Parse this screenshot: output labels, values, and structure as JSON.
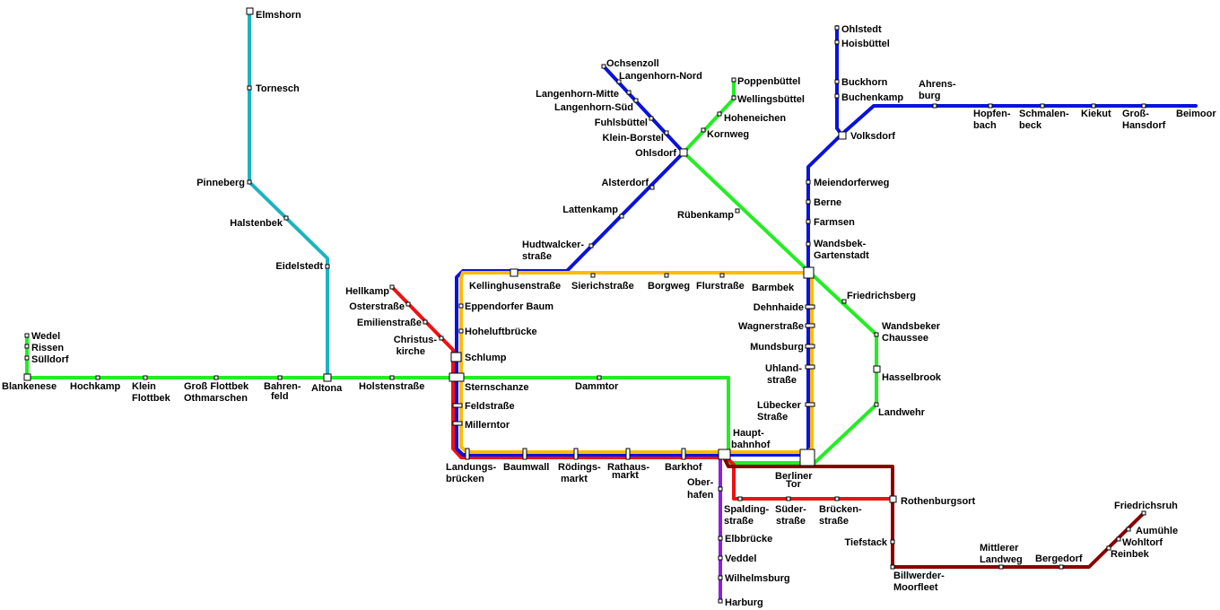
{
  "lines": {
    "teal": {
      "color": "#1bb3c0"
    },
    "green": {
      "color": "#22ee22"
    },
    "red": {
      "color": "#ee1111"
    },
    "blue": {
      "color": "#0a12dd"
    },
    "yellow": {
      "color": "#ffbb00"
    },
    "maroon": {
      "color": "#880000"
    },
    "purple": {
      "color": "#8822dd"
    }
  },
  "stations": {
    "elmshorn": "Elmshorn",
    "tornesch": "Tornesch",
    "pinneberg": "Pinneberg",
    "halstenbek": "Halstenbek",
    "eidelstedt": "Eidelstedt",
    "wedel": "Wedel",
    "rissen": "Rissen",
    "suelldorf": "Sülldorf",
    "blankenese": "Blankenese",
    "hochkamp": "Hochkamp",
    "klein_flottbek_1": "Klein",
    "klein_flottbek_2": "Flottbek",
    "gross_flottbek": "Groß Flottbek",
    "othmarschen": "Othmarschen",
    "bahrenfeld_1": "Bahren-",
    "bahrenfeld_2": "feld",
    "altona": "Altona",
    "holstenstrasse": "Holstenstraße",
    "hellkamp": "Hellkamp",
    "osterstrasse": "Osterstraße",
    "emilienstrasse": "Emilienstraße",
    "christuskirche_1": "Christus-",
    "christuskirche_2": "kirche",
    "sternschanze": "Sternschanze",
    "schlump": "Schlump",
    "dammtor": "Dammtor",
    "feldstrasse": "Feldstraße",
    "millerntor": "Millerntor",
    "landungsbruecken_1": "Landungs-",
    "landungsbruecken_2": "brücken",
    "baumwall": "Baumwall",
    "roedingsmarkt_1": "Rödings-",
    "roedingsmarkt_2": "markt",
    "rathausmarkt_1": "Rathaus-",
    "rathausmarkt_2": "markt",
    "barkhof": "Barkhof",
    "hauptbahnhof_1": "Haupt-",
    "hauptbahnhof_2": "bahnhof",
    "oberhafen_1": "Ober-",
    "oberhafen_2": "hafen",
    "spaldingstrasse_1": "Spalding-",
    "spaldingstrasse_2": "straße",
    "suederstrasse_1": "Süder-",
    "suederstrasse_2": "straße",
    "brueckenstrasse_1": "Brücken-",
    "brueckenstrasse_2": "straße",
    "elbbruecke": "Elbbrücke",
    "veddel": "Veddel",
    "wilhelmsburg": "Wilhelmsburg",
    "harburg": "Harburg",
    "berliner_tor_1": "Berliner",
    "berliner_tor_2": "Tor",
    "rothenburgsort": "Rothenburgsort",
    "tiefstack": "Tiefstack",
    "billwerder_1": "Billwerder-",
    "billwerder_2": "Moorfleet",
    "mittlerer_landweg_1": "Mittlerer",
    "mittlerer_landweg_2": "Landweg",
    "bergedorf": "Bergedorf",
    "reinbek": "Reinbek",
    "wohltorf": "Wohltorf",
    "aumuehle": "Aumühle",
    "friedrichsruh": "Friedrichsruh",
    "kellinghusenstrasse": "Kellinghusenstraße",
    "eppendorfer_baum": "Eppendorfer Baum",
    "hoheluftbruecke": "Hoheluftbrücke",
    "sierichstrasse": "Sierichstraße",
    "borgweg": "Borgweg",
    "flurstrasse": "Flurstraße",
    "barmbek": "Barmbek",
    "dehnhaide": "Dehnhaide",
    "wagnerstrasse": "Wagnerstraße",
    "mundsburg": "Mundsburg",
    "uhlandstrasse_1": "Uhland-",
    "uhlandstrasse_2": "straße",
    "luebecker_strasse_1": "Lübecker",
    "luebecker_strasse_2": "Straße",
    "hudtwalckerstrasse_1": "Hudtwalcker-",
    "hudtwalckerstrasse_2": "straße",
    "lattenkamp": "Lattenkamp",
    "alsterdorf": "Alsterdorf",
    "ohlsdorf": "Ohlsdorf",
    "klein_borstel": "Klein-Borstel",
    "fuhlsbuettel": "Fuhlsbüttel",
    "langenhorn_sued": "Langenhorn-Süd",
    "langenhorn_mitte": "Langenhorn-Mitte",
    "langenhorn_nord": "Langenhorn-Nord",
    "ochsenzoll": "Ochsenzoll",
    "poppenbuettel": "Poppenbüttel",
    "wellingsbuettel": "Wellingsbüttel",
    "hoheneichen": "Hoheneichen",
    "kornweg": "Kornweg",
    "ruebenkamp": "Rübenkamp",
    "friedrichsberg": "Friedrichsberg",
    "wandsbeker_chaussee_1": "Wandsbeker",
    "wandsbeker_chaussee_2": "Chaussee",
    "hasselbrook": "Hasselbrook",
    "landwehr": "Landwehr",
    "ohlstedt": "Ohlstedt",
    "hoisbuettel": "Hoisbüttel",
    "buckhorn": "Buckhorn",
    "buchenkamp": "Buchenkamp",
    "volksdorf": "Volksdorf",
    "meiendorferweg": "Meiendorferweg",
    "berne": "Berne",
    "farmsen": "Farmsen",
    "wandsbek_gartenstadt_1": "Wandsbek-",
    "wandsbek_gartenstadt_2": "Gartenstadt",
    "ahrensburg_1": "Ahrens-",
    "ahrensburg_2": "burg",
    "hopfenbach_1": "Hopfen-",
    "hopfenbach_2": "bach",
    "schmalenbeck_1": "Schmalen-",
    "schmalenbeck_2": "beck",
    "kiekut": "Kiekut",
    "gross_hansdorf_1": "Groß-",
    "gross_hansdorf_2": "Hansdorf",
    "beimoor": "Beimoor"
  }
}
